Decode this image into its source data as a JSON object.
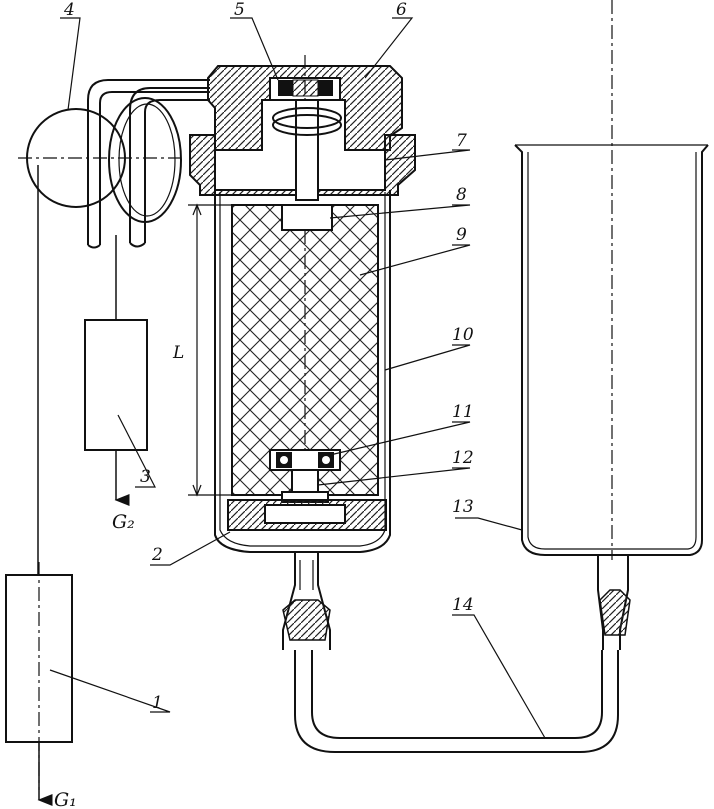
{
  "labels": {
    "n1": "1",
    "n2": "2",
    "n3": "3",
    "n4": "4",
    "n5": "5",
    "n6": "6",
    "n7": "7",
    "n8": "8",
    "n9": "9",
    "n10": "10",
    "n11": "11",
    "n12": "12",
    "n13": "13",
    "n14": "14",
    "length": "L",
    "force1": "G₁",
    "force2": "G₂"
  }
}
